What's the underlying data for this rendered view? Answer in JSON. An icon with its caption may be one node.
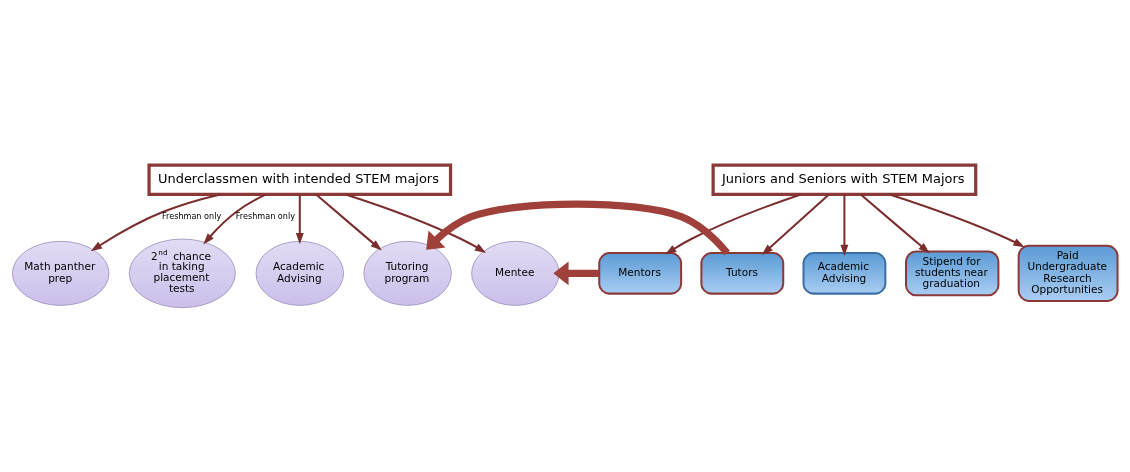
{
  "diagram": {
    "nodes": [
      {
        "text": [
          "Underclassmen with intended STEM majors"
        ]
      },
      {
        "text": [
          "Math panther prep"
        ]
      },
      {
        "text": [
          "2$^{nd}$ chance in taking placement tests"
        ]
      },
      {
        "text": [
          "Academic Advising"
        ]
      },
      {
        "text": [
          "Tutoring program"
        ]
      },
      {
        "text": [
          "Mentee"
        ]
      },
      {
        "text": [
          "Juniors and Seniors with STEM Majors"
        ]
      },
      {
        "text": [
          "Mentors"
        ]
      },
      {
        "text": [
          "Tutors"
        ]
      },
      {
        "text": [
          "Academic Advising"
        ]
      },
      {
        "text": [
          "Stipend for students near graduation"
        ]
      },
      {
        "text": [
          "Paid Undergraduate Research Opportunities"
        ]
      }
    ],
    "edges": [
      {
        "from": 0,
        "to": 1,
        "arrow": "to",
        "label": "Freshman only"
      },
      {
        "from": 0,
        "to": 2,
        "arrow": "to",
        "label": "Freshman only"
      },
      {
        "from": 0,
        "to": 3,
        "arrow": "to"
      },
      {
        "from": 0,
        "to": 4,
        "arrow": "to"
      },
      {
        "from": 0,
        "to": 5,
        "arrow": "to"
      },
      {
        "from": 6,
        "to": 7,
        "arrow": "to"
      },
      {
        "from": 6,
        "to": 8,
        "arrow": "to"
      },
      {
        "from": 6,
        "to": 9,
        "arrow": "to"
      },
      {
        "from": 6,
        "to": 10,
        "arrow": "to"
      },
      {
        "from": 6,
        "to": 11,
        "arrow": "to"
      },
      {
        "from": 7,
        "to": 5,
        "arrow": "to",
        "style": "thick"
      },
      {
        "from": 8,
        "to": 4,
        "arrow": "to",
        "style": "thick"
      }
    ]
  }
}
